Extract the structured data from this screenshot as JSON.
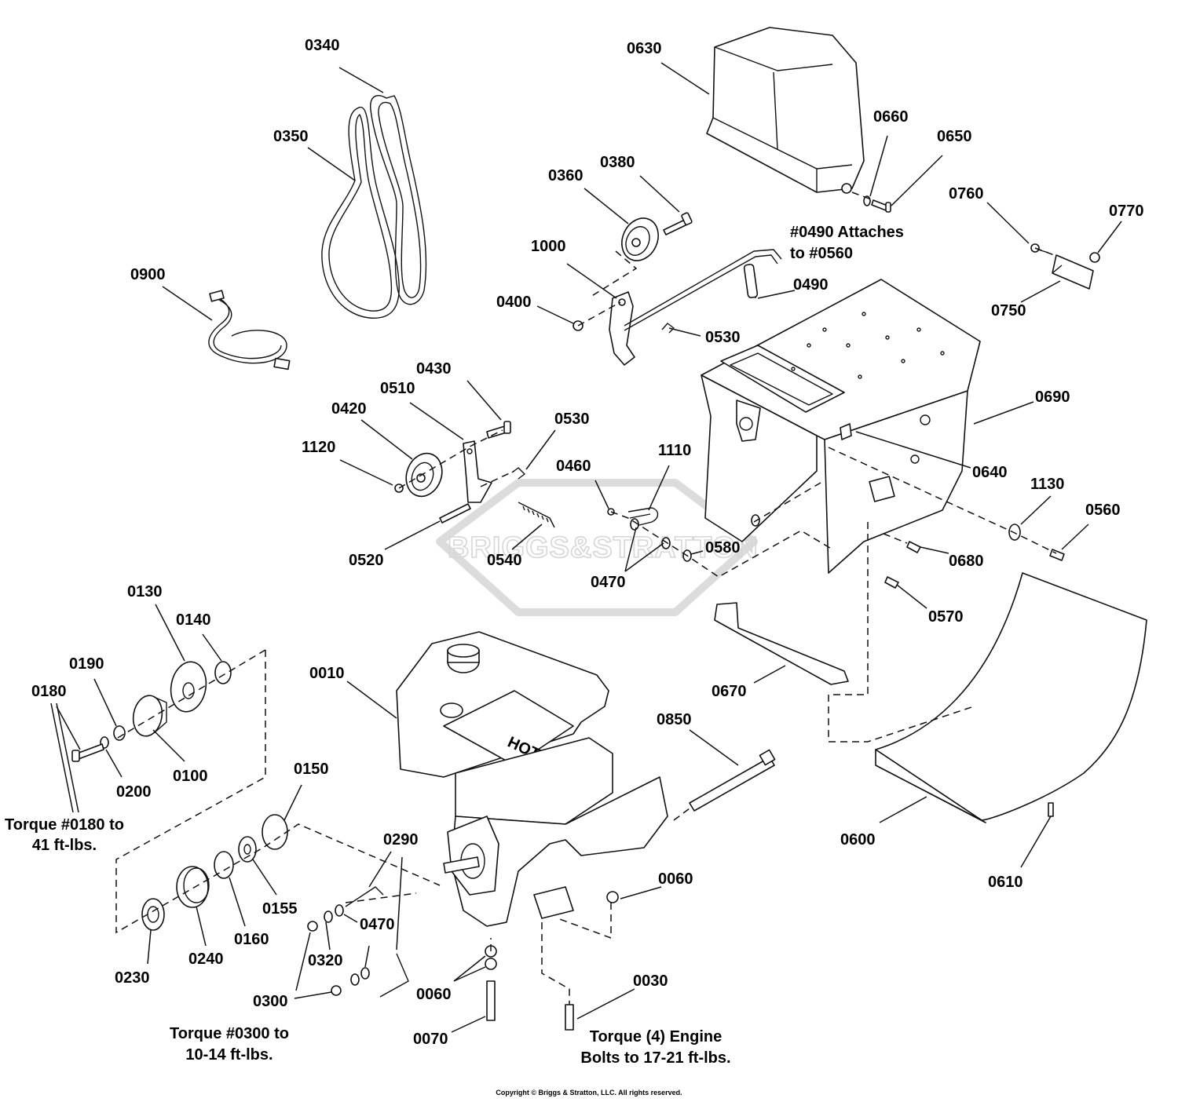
{
  "watermark": "BRIGGS&STRATTON",
  "copyright": "Copyright © Briggs & Stratton, LLC. All rights reserved.",
  "notes": {
    "attach_line1": "#0490 Attaches",
    "attach_line2": "to #0560",
    "torque0180_line1": "Torque #0180 to",
    "torque0180_line2": "41 ft-lbs.",
    "torque0300_line1": "Torque #0300 to",
    "torque0300_line2": "10-14 ft-lbs.",
    "engine_line1": "Torque (4) Engine",
    "engine_line2": "Bolts to 17-21 ft-lbs."
  },
  "engine_decal": "HOT",
  "labels": {
    "p0340": "0340",
    "p0350": "0350",
    "p0900": "0900",
    "p0630": "0630",
    "p0660": "0660",
    "p0650": "0650",
    "p0360": "0360",
    "p0380": "0380",
    "p1000": "1000",
    "p0400": "0400",
    "p0490": "0490",
    "p0530a": "0530",
    "p0760": "0760",
    "p0770": "0770",
    "p0750": "0750",
    "p0430": "0430",
    "p0510": "0510",
    "p0420": "0420",
    "p0530b": "0530",
    "p1120": "1120",
    "p0460": "0460",
    "p1110": "1110",
    "p0690": "0690",
    "p0640": "0640",
    "p1130": "1130",
    "p0560": "0560",
    "p0520": "0520",
    "p0540": "0540",
    "p0580": "0580",
    "p0470a": "0470",
    "p0680": "0680",
    "p0570": "0570",
    "p0130": "0130",
    "p0140": "0140",
    "p0190": "0190",
    "p0180": "0180",
    "p0200": "0200",
    "p0100": "0100",
    "p0010": "0010",
    "p0670": "0670",
    "p0850": "0850",
    "p0600": "0600",
    "p0610": "0610",
    "p0150": "0150",
    "p0290": "0290",
    "p0060a": "0060",
    "p0155": "0155",
    "p0470b": "0470",
    "p0160": "0160",
    "p0240": "0240",
    "p0230": "0230",
    "p0320": "0320",
    "p0300": "0300",
    "p0060b": "0060",
    "p0030": "0030",
    "p0070": "0070"
  }
}
